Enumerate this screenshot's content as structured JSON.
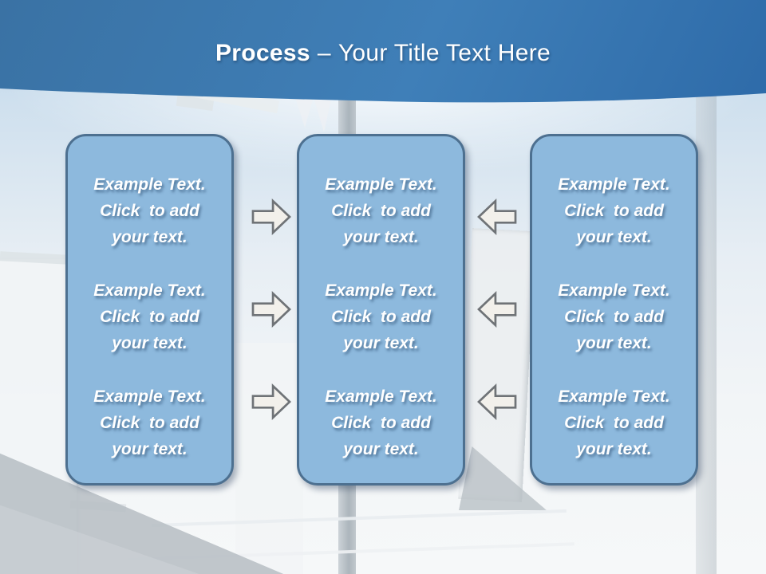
{
  "slide": {
    "title": {
      "emphasis": "Process",
      "separator": "–",
      "text": "Your Title Text Here"
    }
  },
  "columns": [
    {
      "name": "left",
      "paragraphs": [
        "Example Text.\nClick  to add\nyour text.",
        "Example Text.\nClick  to add\nyour text.",
        "Example Text.\nClick  to add\nyour text."
      ]
    },
    {
      "name": "middle",
      "paragraphs": [
        "Example Text.\nClick  to add\nyour text.",
        "Example Text.\nClick  to add\nyour text.",
        "Example Text.\nClick  to add\nyour text."
      ]
    },
    {
      "name": "right",
      "paragraphs": [
        "Example Text.\nClick  to add\nyour text.",
        "Example Text.\nClick  to add\nyour text.",
        "Example Text.\nClick  to add\nyour text."
      ]
    }
  ],
  "arrows": {
    "left_group": {
      "direction": "right",
      "count": 3
    },
    "right_group": {
      "direction": "left",
      "count": 3
    }
  },
  "colors": {
    "header-top": "#3a72a4",
    "header-mid": "#3f7fb8",
    "header-bottom": "#2e6ba9",
    "title-text": "#ffffff",
    "box-fill": "#8db9dd",
    "box-border": "#4d7090",
    "box-text": "#ffffff",
    "arrow-fill": "#f2f0eb",
    "arrow-stroke": "#6f7377"
  }
}
